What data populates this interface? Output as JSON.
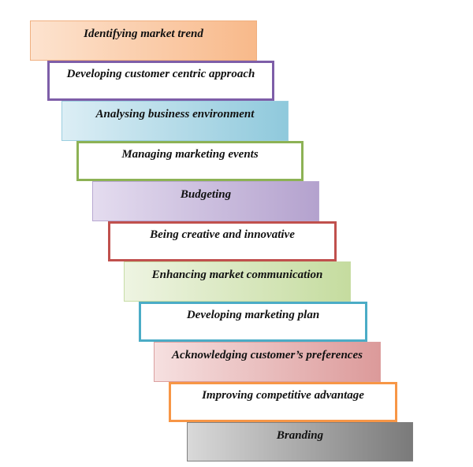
{
  "steps": [
    {
      "label": "Identifying market trend",
      "style": "filled",
      "color": "#f8b98a"
    },
    {
      "label": "Developing customer centric approach",
      "style": "outline",
      "color": "#7e5ea8"
    },
    {
      "label": "Analysing business environment",
      "style": "filled",
      "color": "#8fc9dc"
    },
    {
      "label": "Managing marketing events",
      "style": "outline",
      "color": "#8db255"
    },
    {
      "label": "Budgeting",
      "style": "filled",
      "color": "#b4a2ce"
    },
    {
      "label": "Being creative and innovative",
      "style": "outline",
      "color": "#c0504d"
    },
    {
      "label": "Enhancing market communication",
      "style": "filled",
      "color": "#c5dc9f"
    },
    {
      "label": "Developing marketing plan",
      "style": "outline",
      "color": "#4bacc6"
    },
    {
      "label": "Acknowledging customer’s preferences",
      "style": "filled",
      "color": "#dc9a9a"
    },
    {
      "label": "Improving competitive advantage",
      "style": "outline",
      "color": "#f79646"
    },
    {
      "label": "Branding",
      "style": "filled",
      "color": "#7a7a7a"
    }
  ]
}
